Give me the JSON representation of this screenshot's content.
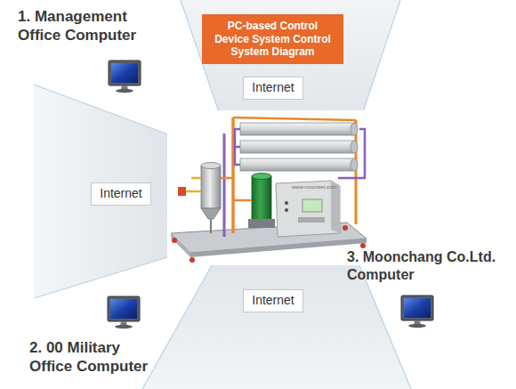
{
  "diagram": {
    "title": "PC-based Control Device System Control System Diagram",
    "nodes": [
      {
        "text": [
          "Internet"
        ]
      },
      {
        "text": [
          "Internet"
        ]
      },
      {
        "text": [
          "Internet"
        ]
      }
    ],
    "labels": [
      "1. Management Office Computer",
      "www.moonset.com",
      "3. Moonchang Co.Ltd. Computer",
      "2. 00 Military Office Computer"
    ]
  }
}
